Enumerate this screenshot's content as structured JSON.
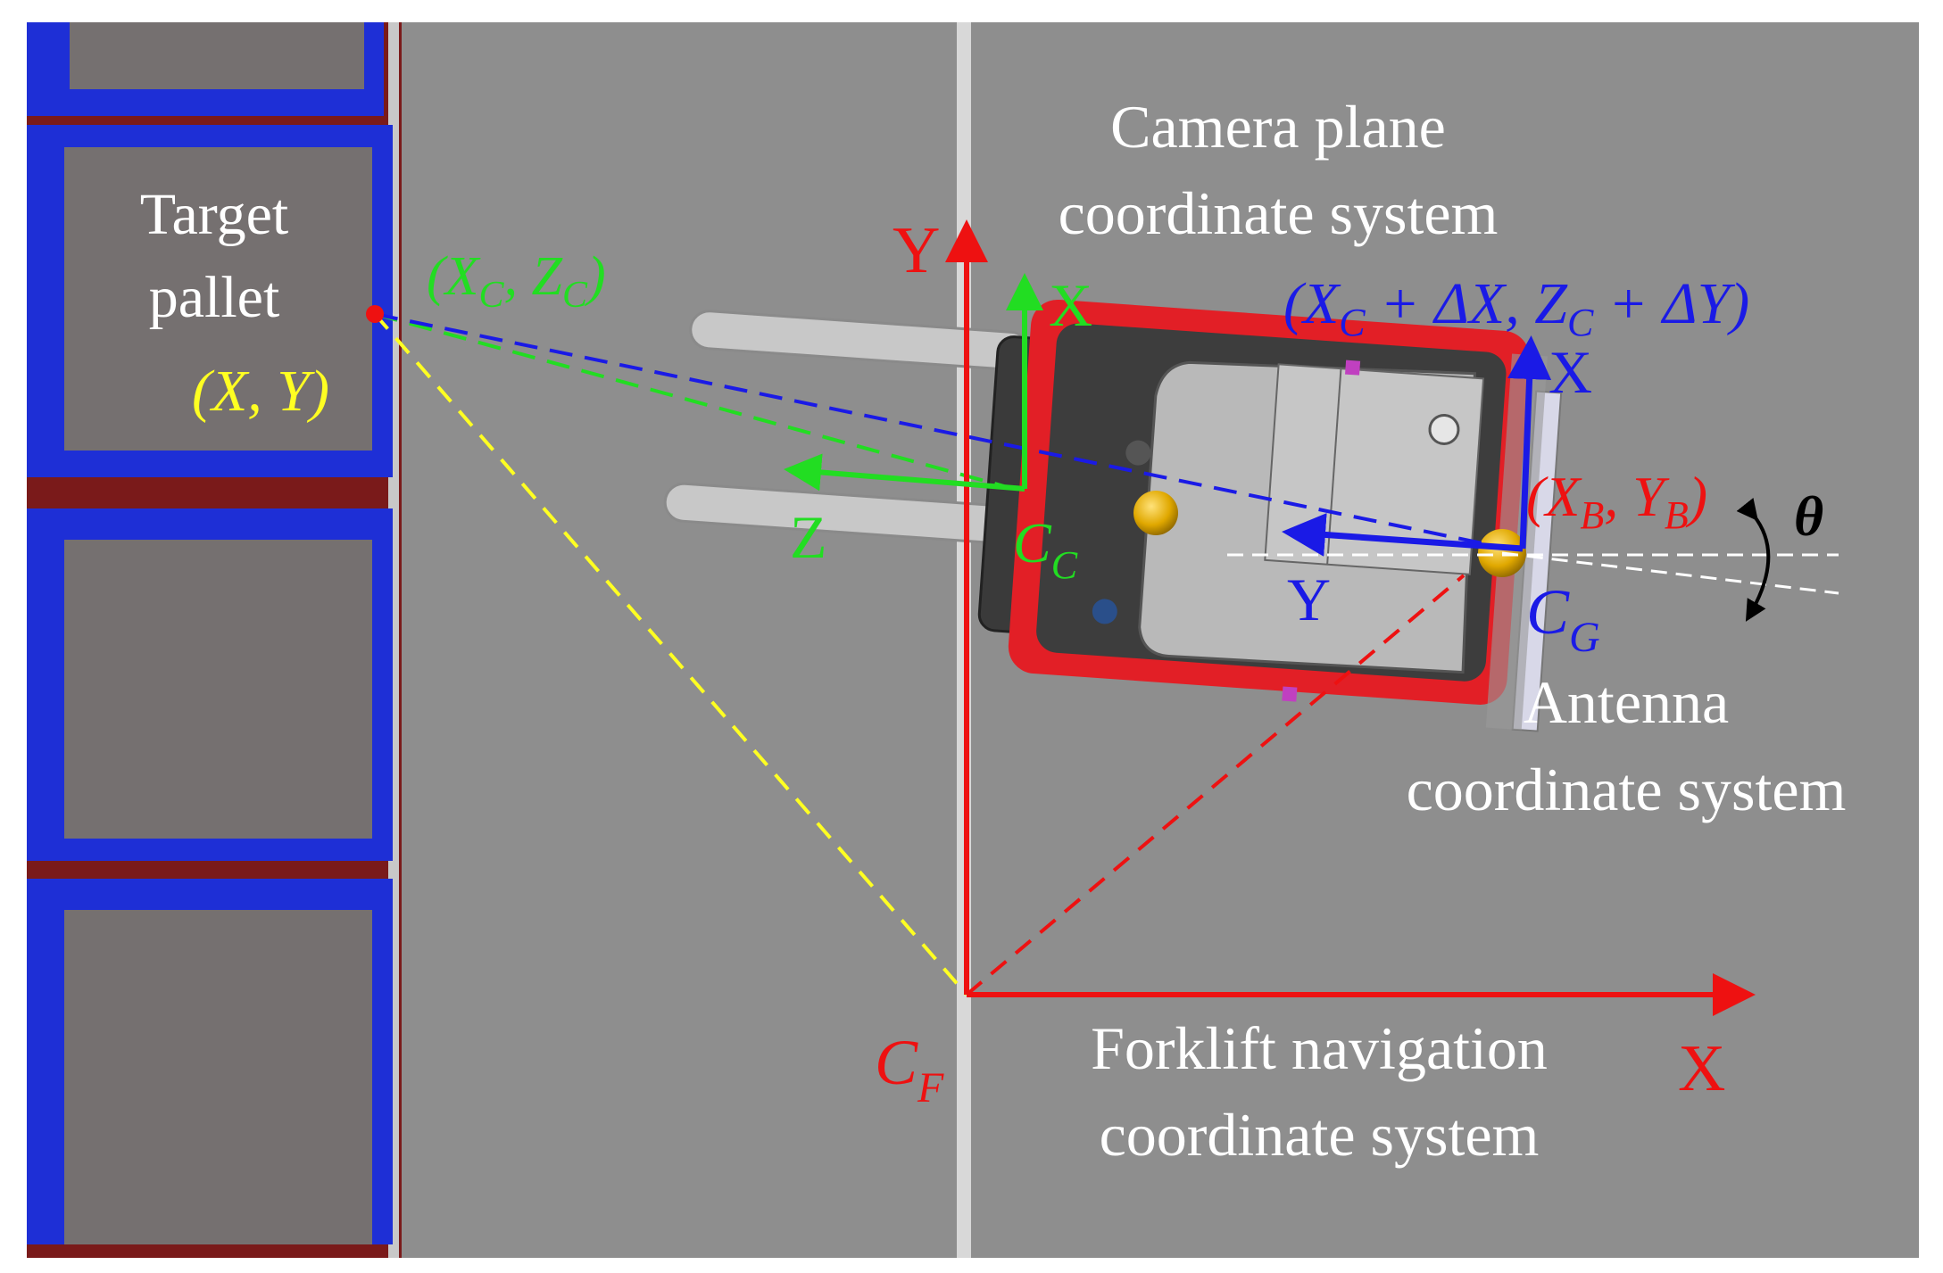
{
  "colors": {
    "floor": "#8c8c8c",
    "rack_blue": "#1e2fd6",
    "rack_red": "#7a1a1a",
    "box_gray": "#757070",
    "red_axis": "#ee1111",
    "green_axis": "#22dd22",
    "blue_axis": "#1a1ae6",
    "yellow_line": "#ffff22",
    "white_text": "#ffffff",
    "forklift_red": "#e21f26"
  },
  "labels": {
    "target_pallet_1": "Target",
    "target_pallet_2": "pallet",
    "pallet_coord": "(X, Y)",
    "camera_coord": "(X",
    "camera_coord_sub1": "C",
    "camera_coord_mid": ", Z",
    "camera_coord_sub2": "C",
    "camera_coord_end": ")",
    "camera_plane_1": "Camera plane",
    "camera_plane_2": "coordinate system",
    "shift_coord_a": "(X",
    "shift_coord_sub1": "C",
    "shift_coord_b": " + ΔX, Z",
    "shift_coord_sub2": "C",
    "shift_coord_c": " + ΔY)",
    "antenna_coord_a": "(X",
    "antenna_coord_sub1": "B",
    "antenna_coord_b": ", Y",
    "antenna_coord_sub2": "B",
    "antenna_coord_c": ")",
    "theta": "θ",
    "antenna_1": "Antenna",
    "antenna_2": "coordinate system",
    "forklift_nav_1": "Forklift navigation",
    "forklift_nav_2": "coordinate system",
    "cf_main": "C",
    "cf_sub": "F",
    "cg_main": "C",
    "cg_sub": "G",
    "cc_main": "C",
    "cc_sub": "C",
    "nav_x": "X",
    "nav_y": "Y",
    "cam_x": "X",
    "cam_z": "Z",
    "ant_x": "X",
    "ant_y": "Y"
  }
}
